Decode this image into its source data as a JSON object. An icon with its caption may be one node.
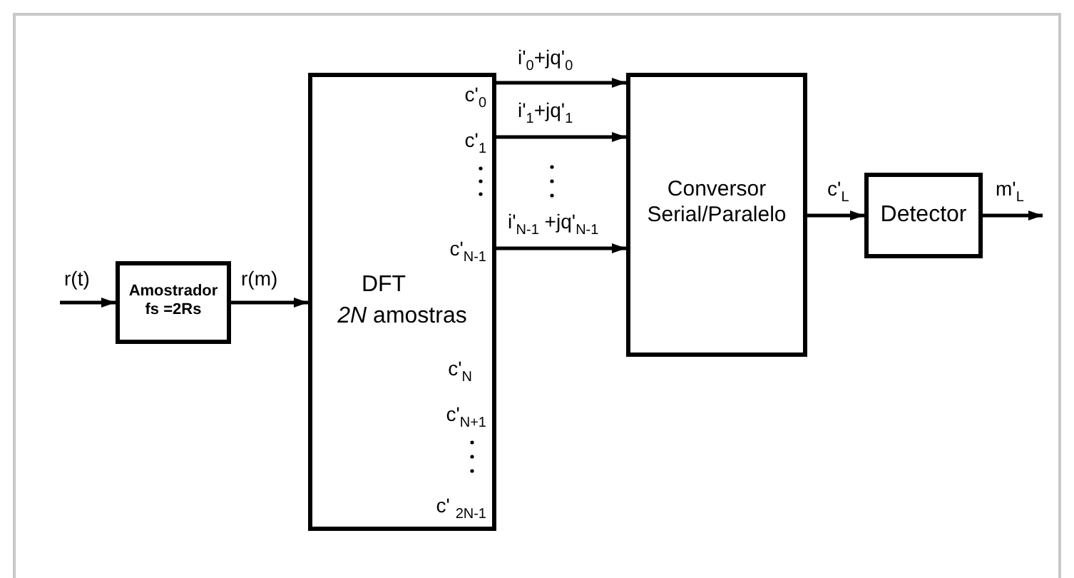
{
  "diagram": {
    "nodes": [
      {
        "text": [
          "Amostrador fs =2Rs"
        ]
      },
      {
        "text": [
          "DFT",
          "*2N* amostras",
          "c'$_{0}$",
          "c'$_{1}$",
          "c'$_{N-1}$",
          "c'$_{N}$",
          "c'$_{N+1}$",
          "c' $_{2N-1}$"
        ]
      },
      {
        "text": [
          "Conversor Serial/Paralelo"
        ]
      },
      {
        "text": [
          "Detector"
        ]
      }
    ],
    "edges": [
      {
        "from": null,
        "to": 0,
        "arrow": "to",
        "label": "r(t)"
      },
      {
        "from": 0,
        "to": 1,
        "arrow": "to",
        "label": "r(m)"
      },
      {
        "from": 1,
        "to": 2,
        "arrow": "to",
        "label": "i'$_{0}$+jq'$_{0}$"
      },
      {
        "from": 1,
        "to": 2,
        "arrow": "to",
        "label": "i'$_{1}$+jq'$_{1}$"
      },
      {
        "from": 1,
        "to": 2,
        "arrow": "to",
        "label": "i'$_{N-1}$ +jq'$_{N-1}$"
      },
      {
        "from": 2,
        "to": 3,
        "arrow": "to",
        "label": "c'$_{L}$"
      },
      {
        "from": 3,
        "to": null,
        "arrow": "to",
        "label": "m'$_{L}$"
      }
    ]
  }
}
